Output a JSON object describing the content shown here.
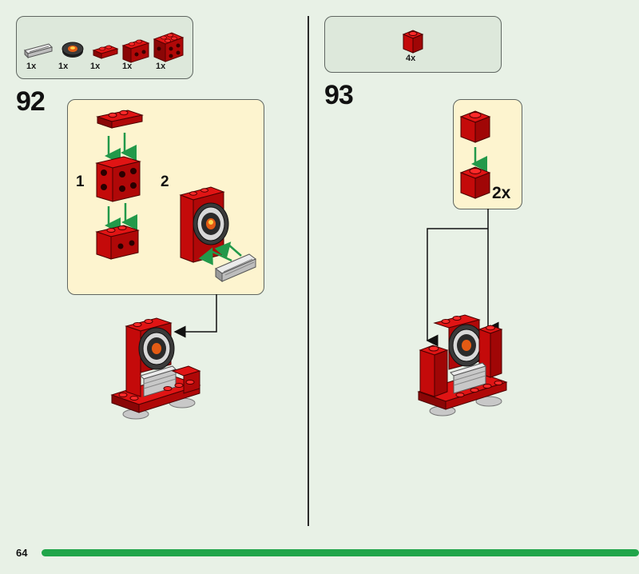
{
  "page": {
    "number": "64",
    "accent_color": "#20a54a",
    "brick_color": "#d20a0a"
  },
  "step92": {
    "number": "92",
    "parts": [
      {
        "name": "grey-grille-plate",
        "qty": "1x"
      },
      {
        "name": "round-printed-tile",
        "qty": "1x"
      },
      {
        "name": "red-plate-1x2",
        "qty": "1x"
      },
      {
        "name": "red-brick-1x2",
        "qty": "1x"
      },
      {
        "name": "red-brick-2x2",
        "qty": "1x"
      }
    ],
    "substeps": [
      "1",
      "2"
    ]
  },
  "step93": {
    "number": "93",
    "parts": [
      {
        "name": "red-brick-1x1",
        "qty": "4x"
      }
    ],
    "multiplier": "2x"
  }
}
